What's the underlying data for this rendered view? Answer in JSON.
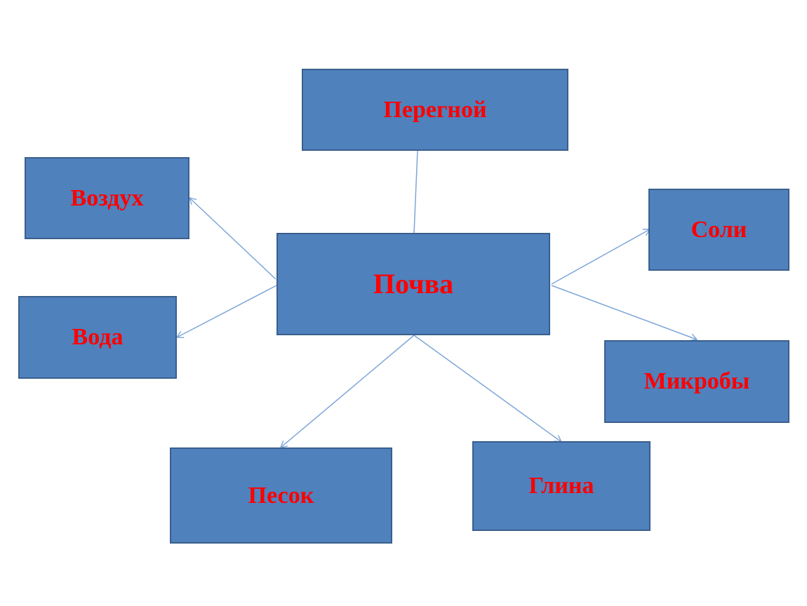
{
  "colors": {
    "box_fill": "#4f81bd",
    "box_border": "#3a5f8c",
    "text": "#ff0000",
    "connector": "#7ea6d8"
  },
  "diagram": {
    "center": {
      "label": "Почва"
    },
    "nodes": [
      {
        "id": "peregnoy",
        "label": "Перегной"
      },
      {
        "id": "vozdukh",
        "label": "Воздух"
      },
      {
        "id": "voda",
        "label": "Вода"
      },
      {
        "id": "soli",
        "label": "Соли"
      },
      {
        "id": "mikroby",
        "label": "Микробы"
      },
      {
        "id": "pesok",
        "label": "Песок"
      },
      {
        "id": "glina",
        "label": "Глина"
      }
    ]
  }
}
